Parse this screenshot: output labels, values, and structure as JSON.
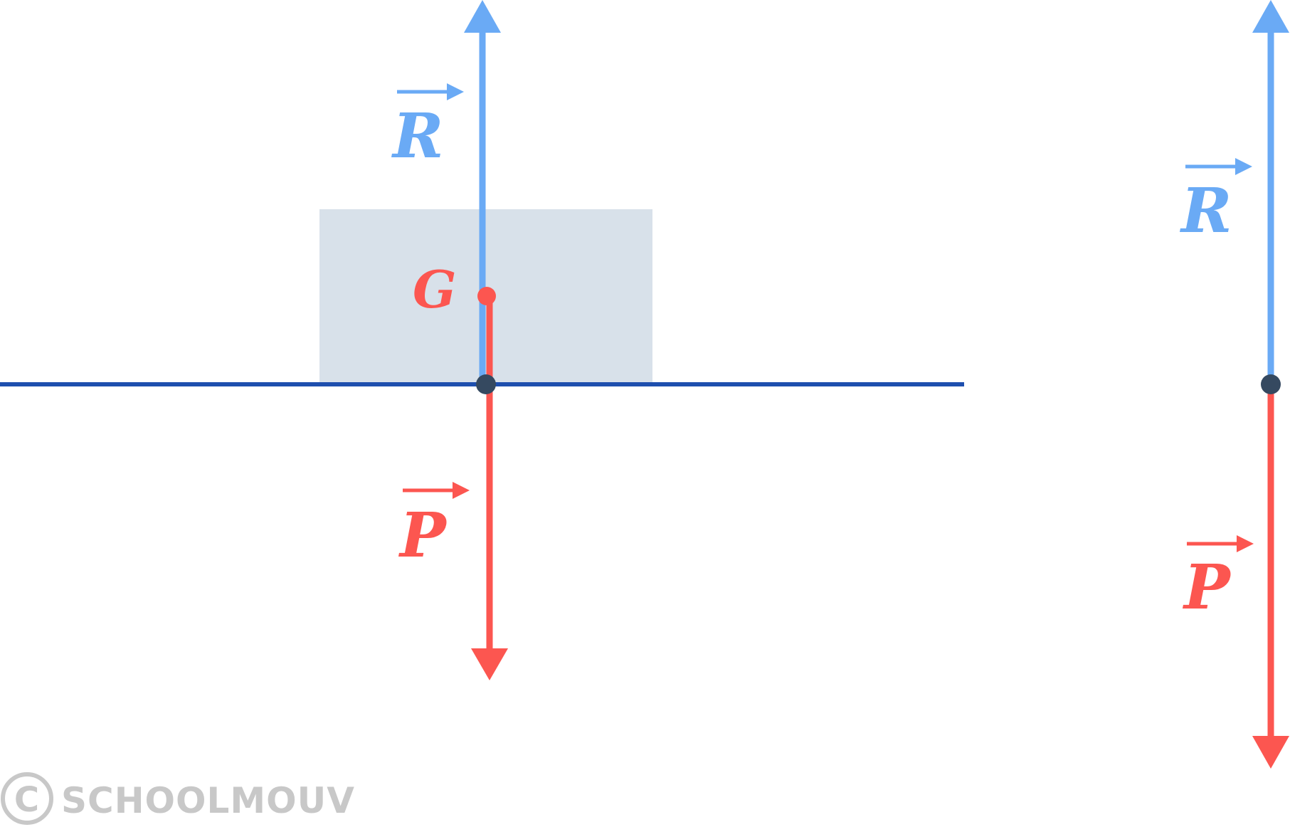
{
  "labels": {
    "reaction": "R",
    "weight": "P",
    "center_of_gravity": "G"
  },
  "watermark": {
    "symbol": "C",
    "text": "SCHOOLMOUV"
  },
  "colors": {
    "reaction": "#6aaaf5",
    "weight": "#fc5650",
    "ground": "#1e4fae",
    "block": "#d8e1ea",
    "contact_point": "#354960",
    "watermark": "#c8c8c8"
  },
  "icons": {
    "copyright": "copyright-circle-icon"
  }
}
